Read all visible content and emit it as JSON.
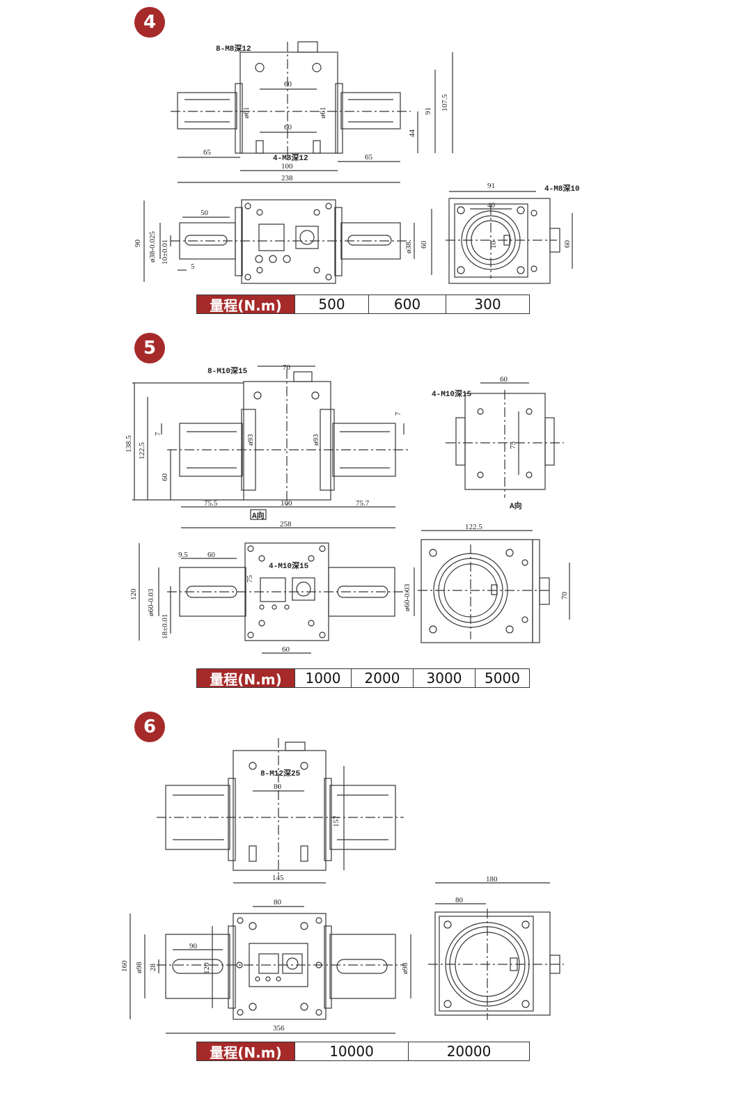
{
  "sections": [
    {
      "badge": "4",
      "range_label": "量程(N.m)",
      "ranges": [
        "500",
        "600",
        "300"
      ],
      "dims": {
        "a": "8-M8深12",
        "b": "60",
        "c": "ø61",
        "d": "ø61",
        "e": "60",
        "f": "4-M8深12",
        "g": "65",
        "h": "100",
        "i": "65",
        "j": "238",
        "k": "91",
        "l": "107.5",
        "m": "44",
        "n": "50",
        "o": "90",
        "p": "ø38-0.025",
        "q": "10±0.01",
        "r": "5",
        "s": "ø38",
        "t": "60",
        "u": "91",
        "v": "4-M8深10",
        "w": "40",
        "x": "10",
        "y": "60"
      }
    },
    {
      "badge": "5",
      "range_label": "量程(N.m)",
      "ranges": [
        "1000",
        "2000",
        "3000",
        "5000"
      ],
      "dims": {
        "a": "8-M10深15",
        "b": "70",
        "c": "ø93",
        "d": "ø93",
        "e": "138.5",
        "f": "122.5",
        "g": "7",
        "h": "60",
        "i": "75.5",
        "j": "100",
        "k": "75.7",
        "l": "258",
        "m": "A向",
        "n": "4-M10深15",
        "o": "60",
        "p": "75",
        "q": "A向",
        "r": "122.5",
        "s": "9.5",
        "t": "60",
        "u": "4-M10深15",
        "v": "120",
        "w": "ø60-0.03",
        "x": "18±0.01",
        "y": "75",
        "z": "ø60-0.03",
        "aa": "60",
        "ab": "70",
        "ac": "7"
      }
    },
    {
      "badge": "6",
      "range_label": "量程(N.m)",
      "ranges": [
        "10000",
        "20000"
      ],
      "dims": {
        "a": "8-M12深25",
        "b": "80",
        "c": "157",
        "d": "145",
        "e": "80",
        "f": "90",
        "g": "160",
        "h": "ø98",
        "i": "28",
        "j": "120",
        "k": "ø98",
        "l": "356",
        "m": "180",
        "n": "80"
      }
    }
  ]
}
